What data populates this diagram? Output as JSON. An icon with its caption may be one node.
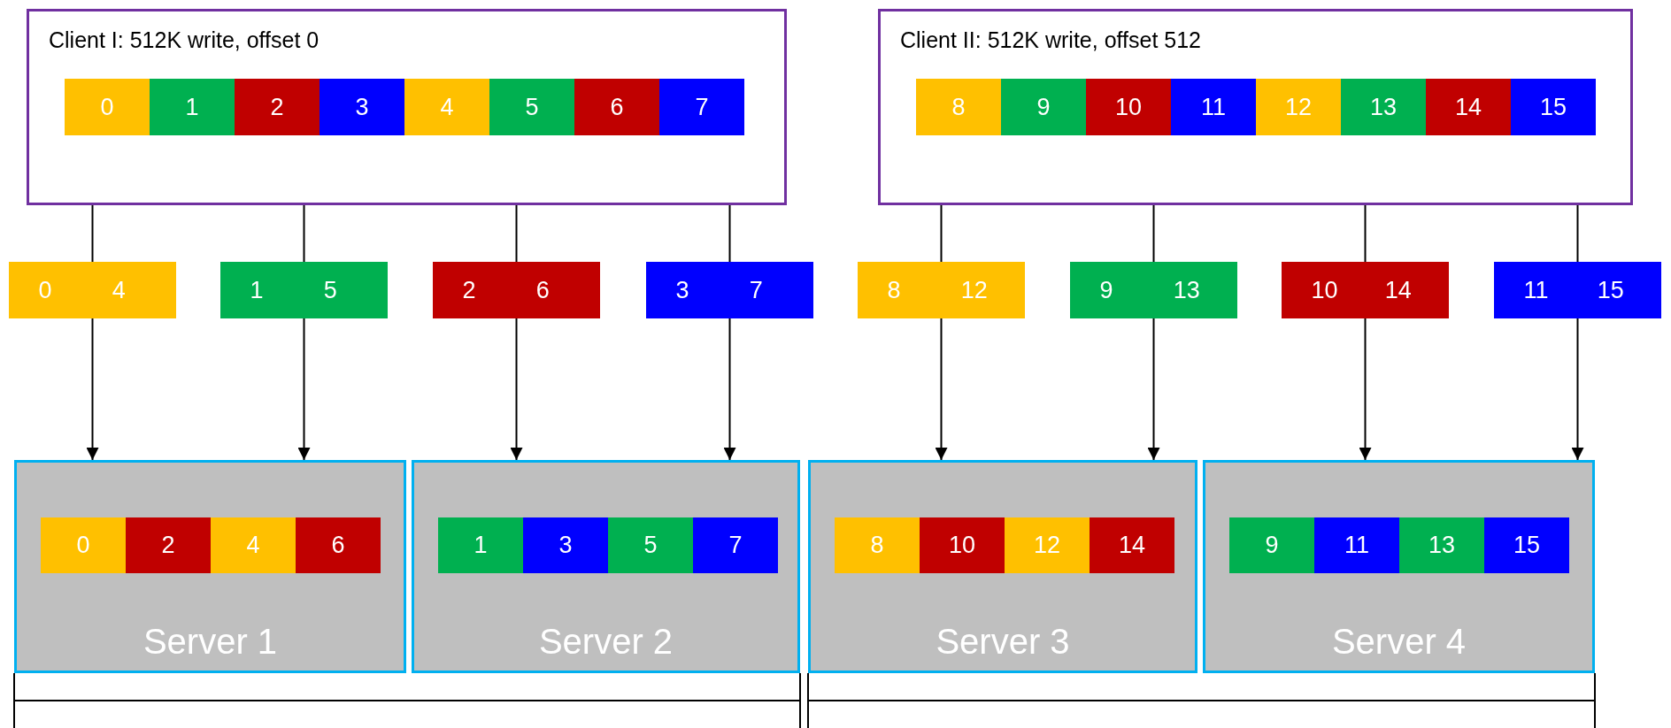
{
  "diagram": {
    "nodes": [
      {
        "text": [
          "Client I: 512K write, offset 0"
        ]
      },
      {
        "text": [
          "0"
        ],
        "in": 0
      },
      {
        "text": [
          "1"
        ],
        "in": 0
      },
      {
        "text": [
          "2"
        ],
        "in": 0
      },
      {
        "text": [
          "3"
        ],
        "in": 0
      },
      {
        "text": [
          "4"
        ],
        "in": 0
      },
      {
        "text": [
          "5"
        ],
        "in": 0
      },
      {
        "text": [
          "6"
        ],
        "in": 0
      },
      {
        "text": [
          "7"
        ],
        "in": 0
      },
      {
        "text": [
          "Client II: 512K write, offset 512"
        ]
      },
      {
        "text": [
          "8"
        ],
        "in": 9
      },
      {
        "text": [
          "9"
        ],
        "in": 9
      },
      {
        "text": [
          "10"
        ],
        "in": 9
      },
      {
        "text": [
          "11"
        ],
        "in": 9
      },
      {
        "text": [
          "12"
        ],
        "in": 9
      },
      {
        "text": [
          "13"
        ],
        "in": 9
      },
      {
        "text": [
          "14"
        ],
        "in": 9
      },
      {
        "text": [
          "15"
        ],
        "in": 9
      },
      {
        "text": [
          "0",
          "4"
        ]
      },
      {
        "text": [
          "1",
          "5"
        ]
      },
      {
        "text": [
          "2",
          "6"
        ]
      },
      {
        "text": [
          "3",
          "7"
        ]
      },
      {
        "text": [
          "8",
          "12"
        ]
      },
      {
        "text": [
          "9",
          "13"
        ]
      },
      {
        "text": [
          "10",
          "14"
        ]
      },
      {
        "text": [
          "11",
          "15"
        ]
      },
      {
        "text": [
          "Server 1"
        ]
      },
      {
        "text": [
          "0"
        ],
        "in": 26
      },
      {
        "text": [
          "2"
        ],
        "in": 26
      },
      {
        "text": [
          "4"
        ],
        "in": 26
      },
      {
        "text": [
          "6"
        ],
        "in": 26
      },
      {
        "text": [
          "Server 2"
        ]
      },
      {
        "text": [
          "1"
        ],
        "in": 31
      },
      {
        "text": [
          "3"
        ],
        "in": 31
      },
      {
        "text": [
          "5"
        ],
        "in": 31
      },
      {
        "text": [
          "7"
        ],
        "in": 31
      },
      {
        "text": [
          "Server 3"
        ]
      },
      {
        "text": [
          "8"
        ],
        "in": 36
      },
      {
        "text": [
          "10"
        ],
        "in": 36
      },
      {
        "text": [
          "12"
        ],
        "in": 36
      },
      {
        "text": [
          "14"
        ],
        "in": 36
      },
      {
        "text": [
          "Server 4"
        ]
      },
      {
        "text": [
          "9"
        ],
        "in": 41
      },
      {
        "text": [
          "11"
        ],
        "in": 41
      },
      {
        "text": [
          "13"
        ],
        "in": 41
      },
      {
        "text": [
          "15"
        ],
        "in": 41
      }
    ],
    "edges": [
      {
        "from": 0,
        "to": 18,
        "arrow": "none"
      },
      {
        "from": 0,
        "to": 19,
        "arrow": "none"
      },
      {
        "from": 0,
        "to": 20,
        "arrow": "none"
      },
      {
        "from": 0,
        "to": 21,
        "arrow": "none"
      },
      {
        "from": 9,
        "to": 22,
        "arrow": "none"
      },
      {
        "from": 9,
        "to": 23,
        "arrow": "none"
      },
      {
        "from": 9,
        "to": 24,
        "arrow": "none"
      },
      {
        "from": 9,
        "to": 25,
        "arrow": "none"
      },
      {
        "from": 18,
        "to": 26,
        "arrow": "to"
      },
      {
        "from": 19,
        "to": 26,
        "arrow": "to"
      },
      {
        "from": 20,
        "to": 31,
        "arrow": "to"
      },
      {
        "from": 21,
        "to": 31,
        "arrow": "to"
      },
      {
        "from": 22,
        "to": 36,
        "arrow": "to"
      },
      {
        "from": 23,
        "to": 36,
        "arrow": "to"
      },
      {
        "from": 24,
        "to": 41,
        "arrow": "to"
      },
      {
        "from": 25,
        "to": 41,
        "arrow": "to"
      }
    ]
  }
}
